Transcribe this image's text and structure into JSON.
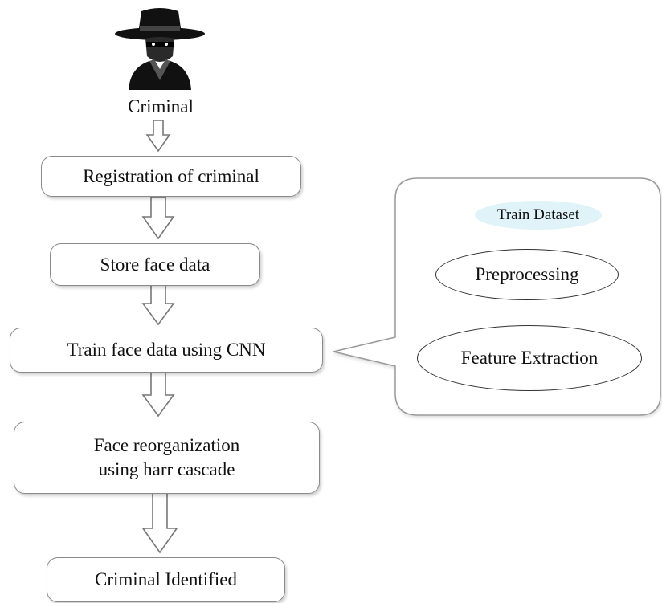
{
  "flow": {
    "actor_label": "Criminal",
    "steps": [
      "Registration of criminal",
      "Store face data",
      "Train face data using CNN",
      "Face reorganization using harr cascade",
      "Criminal Identified"
    ]
  },
  "callout": {
    "title": "Train Dataset",
    "steps": [
      "Preprocessing",
      "Feature Extraction"
    ]
  },
  "icons": {
    "actor": "criminal-figure-icon",
    "arrows": "hollow-down-arrow-icon"
  }
}
